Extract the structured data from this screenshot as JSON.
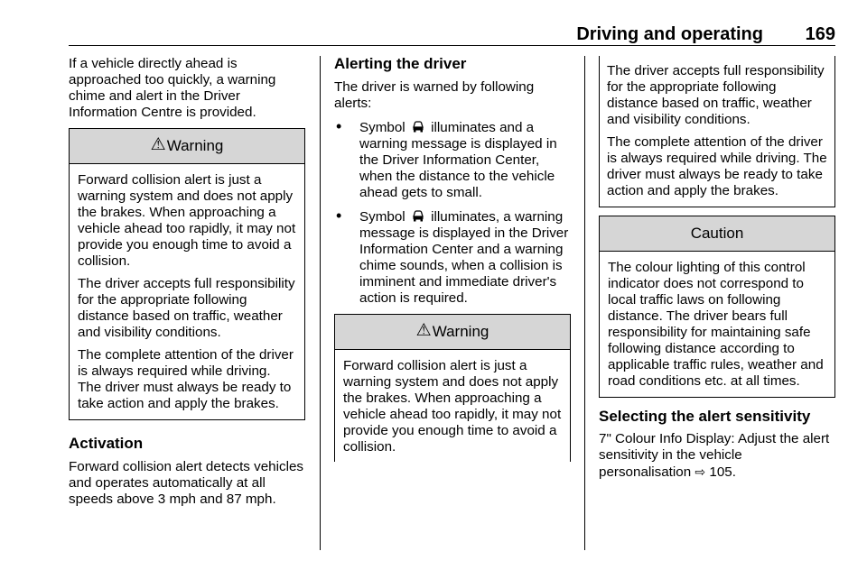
{
  "header": {
    "section_title": "Driving and operating",
    "page_number": "169"
  },
  "col1": {
    "intro": "If a vehicle directly ahead is approached too quickly, a warning chime and alert in the Driver Information Centre is provided.",
    "warning": {
      "title": "Warning",
      "p1": "Forward collision alert is just a warning system and does not apply the brakes. When approaching a vehicle ahead too rapidly, it may not provide you enough time to avoid a collision.",
      "p2": "The driver accepts full responsibility for the appropriate following distance based on traffic, weather and visibility conditions.",
      "p3": "The complete attention of the driver is always required while driving. The driver must always be ready to take action and apply the brakes."
    },
    "activation_heading": "Activation",
    "activation_text": "Forward collision alert detects vehicles and operates automatically at all speeds above 3 mph and 87 mph."
  },
  "col2": {
    "heading": "Alerting the driver",
    "lead": "The driver is warned by following alerts:",
    "bullet1_pre": "Symbol",
    "bullet1_post": "illuminates and a warning message is displayed in the Driver Information Center, when the distance to the vehicle ahead gets to small.",
    "bullet2_pre": "Symbol",
    "bullet2_post": "illuminates, a warning message is displayed in the Driver Information Center and a warning chime sounds, when a collision is imminent and immediate driver's action is required.",
    "warning": {
      "title": "Warning",
      "p1": "Forward collision alert is just a warning system and does not apply the brakes. When approaching a vehicle ahead too rapidly, it may not provide you enough time to avoid a collision."
    }
  },
  "col3": {
    "cont_p1": "The driver accepts full responsibility for the appropriate following distance based on traffic, weather and visibility conditions.",
    "cont_p2": "The complete attention of the driver is always required while driving. The driver must always be ready to take action and apply the brakes.",
    "caution": {
      "title": "Caution",
      "p1": "The colour lighting of this control indicator does not correspond to local traffic laws on following distance. The driver bears full responsibility for maintaining safe following distance according to applicable traffic rules, weather and road conditions etc. at all times."
    },
    "sensitivity_heading": "Selecting the alert sensitivity",
    "sensitivity_text": "7\" Colour Info Display: Adjust the alert sensitivity in the vehicle personalisation",
    "sensitivity_ref": "105."
  },
  "icons": {
    "warning": "warning-triangle-icon",
    "car": "vehicle-ahead-icon",
    "xref": "page-reference-arrow-icon"
  }
}
